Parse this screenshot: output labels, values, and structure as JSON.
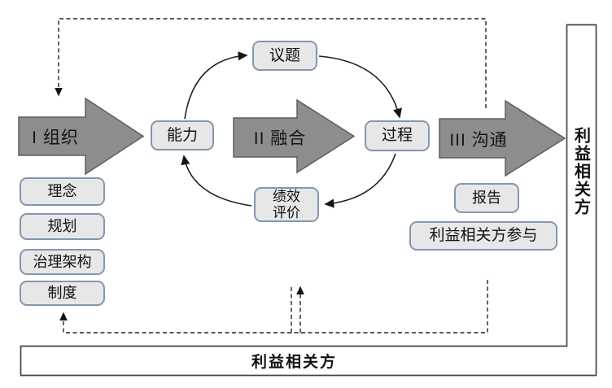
{
  "diagram": {
    "stages": [
      {
        "label": "I 组织"
      },
      {
        "label": "II 融合"
      },
      {
        "label": "III 沟通"
      }
    ],
    "organization_boxes": [
      "理念",
      "规划",
      "治理架构",
      "制度"
    ],
    "cycle": {
      "top": "议题",
      "left": "能力",
      "right": "过程",
      "bottom_lines": [
        "绩效",
        "评价"
      ]
    },
    "communication_boxes": [
      "报告",
      "利益相关方参与"
    ],
    "stakeholders": {
      "bottom_label": "利益相关方",
      "right_label": "利益相关方"
    },
    "colors": {
      "stage_arrow_fill": "#8d8d8d",
      "stage_arrow_border": "#5e5e5e",
      "node_fill": "#e7e7e7",
      "node_border": "#8496b0",
      "connector": "#222222",
      "frame_border": "#454545"
    }
  }
}
